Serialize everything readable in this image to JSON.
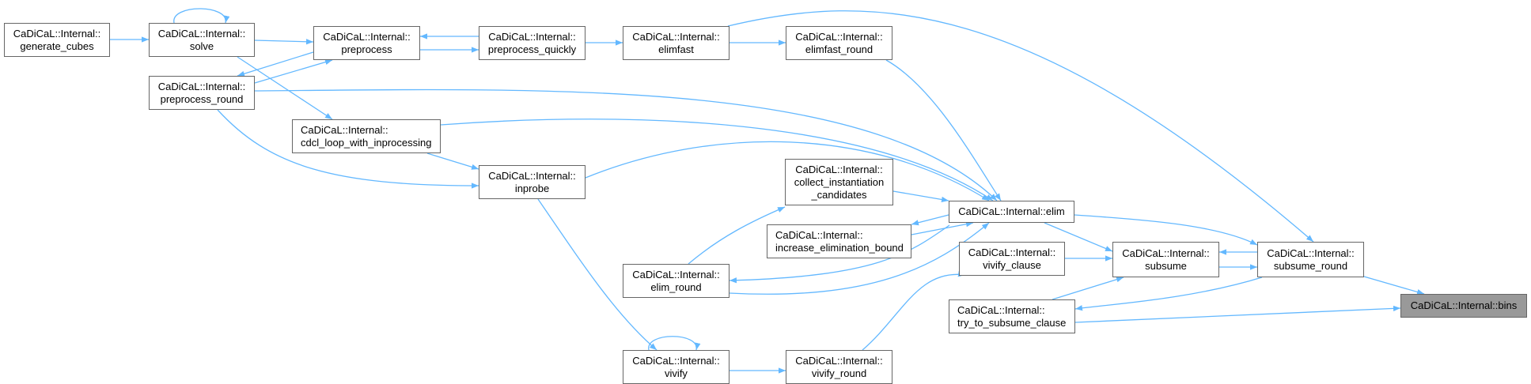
{
  "diagram": {
    "title": "Caller graph of CaDiCaL::Internal::bins",
    "edge_color": "#63b8ff",
    "node_border_color": "#666666",
    "current_node_fill": "#999999",
    "nodes": [
      {
        "id": "generate_cubes",
        "lines": [
          "CaDiCaL::Internal::",
          "generate_cubes"
        ]
      },
      {
        "id": "solve",
        "lines": [
          "CaDiCaL::Internal::",
          "solve"
        ]
      },
      {
        "id": "preprocess",
        "lines": [
          "CaDiCaL::Internal::",
          "preprocess"
        ]
      },
      {
        "id": "preprocess_quickly",
        "lines": [
          "CaDiCaL::Internal::",
          "preprocess_quickly"
        ]
      },
      {
        "id": "elimfast",
        "lines": [
          "CaDiCaL::Internal::",
          "elimfast"
        ]
      },
      {
        "id": "elimfast_round",
        "lines": [
          "CaDiCaL::Internal::",
          "elimfast_round"
        ]
      },
      {
        "id": "preprocess_round",
        "lines": [
          "CaDiCaL::Internal::",
          "preprocess_round"
        ]
      },
      {
        "id": "cdcl_loop_with_inprocessing",
        "lines": [
          "CaDiCaL::Internal::",
          "cdcl_loop_with_inprocessing"
        ]
      },
      {
        "id": "inprobe",
        "lines": [
          "CaDiCaL::Internal::",
          "inprobe"
        ]
      },
      {
        "id": "collect_instantiation_candidates",
        "lines": [
          "CaDiCaL::Internal::",
          "collect_instantiation",
          "_candidates"
        ]
      },
      {
        "id": "elim",
        "lines": [
          "CaDiCaL::Internal::elim"
        ]
      },
      {
        "id": "increase_elimination_bound",
        "lines": [
          "CaDiCaL::Internal::",
          "increase_elimination_bound"
        ]
      },
      {
        "id": "elim_round",
        "lines": [
          "CaDiCaL::Internal::",
          "elim_round"
        ]
      },
      {
        "id": "vivify_clause",
        "lines": [
          "CaDiCaL::Internal::",
          "vivify_clause"
        ]
      },
      {
        "id": "subsume",
        "lines": [
          "CaDiCaL::Internal::",
          "subsume"
        ]
      },
      {
        "id": "subsume_round",
        "lines": [
          "CaDiCaL::Internal::",
          "subsume_round"
        ]
      },
      {
        "id": "try_to_subsume_clause",
        "lines": [
          "CaDiCaL::Internal::",
          "try_to_subsume_clause"
        ]
      },
      {
        "id": "bins",
        "lines": [
          "CaDiCaL::Internal::bins"
        ],
        "current": true
      },
      {
        "id": "vivify",
        "lines": [
          "CaDiCaL::Internal::",
          "vivify"
        ]
      },
      {
        "id": "vivify_round",
        "lines": [
          "CaDiCaL::Internal::",
          "vivify_round"
        ]
      }
    ],
    "edges": [
      [
        "generate_cubes",
        "solve"
      ],
      [
        "solve",
        "solve"
      ],
      [
        "solve",
        "preprocess"
      ],
      [
        "solve",
        "cdcl_loop_with_inprocessing"
      ],
      [
        "preprocess",
        "preprocess_round"
      ],
      [
        "preprocess_round",
        "preprocess"
      ],
      [
        "preprocess",
        "preprocess_quickly"
      ],
      [
        "preprocess_quickly",
        "preprocess"
      ],
      [
        "preprocess_quickly",
        "elimfast"
      ],
      [
        "elimfast",
        "elimfast_round"
      ],
      [
        "elimfast",
        "subsume_round"
      ],
      [
        "elimfast_round",
        "elim"
      ],
      [
        "preprocess_round",
        "elim"
      ],
      [
        "preprocess_round",
        "inprobe"
      ],
      [
        "cdcl_loop_with_inprocessing",
        "elim"
      ],
      [
        "cdcl_loop_with_inprocessing",
        "inprobe"
      ],
      [
        "inprobe",
        "elim"
      ],
      [
        "inprobe",
        "vivify"
      ],
      [
        "collect_instantiation_candidates",
        "elim"
      ],
      [
        "elim",
        "increase_elimination_bound"
      ],
      [
        "increase_elimination_bound",
        "elim"
      ],
      [
        "elim",
        "elim_round"
      ],
      [
        "elim_round",
        "elim"
      ],
      [
        "elim_round",
        "collect_instantiation_candidates"
      ],
      [
        "elim",
        "subsume"
      ],
      [
        "elim",
        "subsume_round"
      ],
      [
        "vivify_clause",
        "subsume"
      ],
      [
        "try_to_subsume_clause",
        "subsume"
      ],
      [
        "subsume",
        "subsume_round"
      ],
      [
        "subsume_round",
        "subsume"
      ],
      [
        "subsume_round",
        "try_to_subsume_clause"
      ],
      [
        "subsume_round",
        "bins"
      ],
      [
        "try_to_subsume_clause",
        "bins"
      ],
      [
        "vivify",
        "vivify"
      ],
      [
        "vivify",
        "vivify_round"
      ],
      [
        "vivify_round",
        "vivify_clause"
      ]
    ]
  }
}
